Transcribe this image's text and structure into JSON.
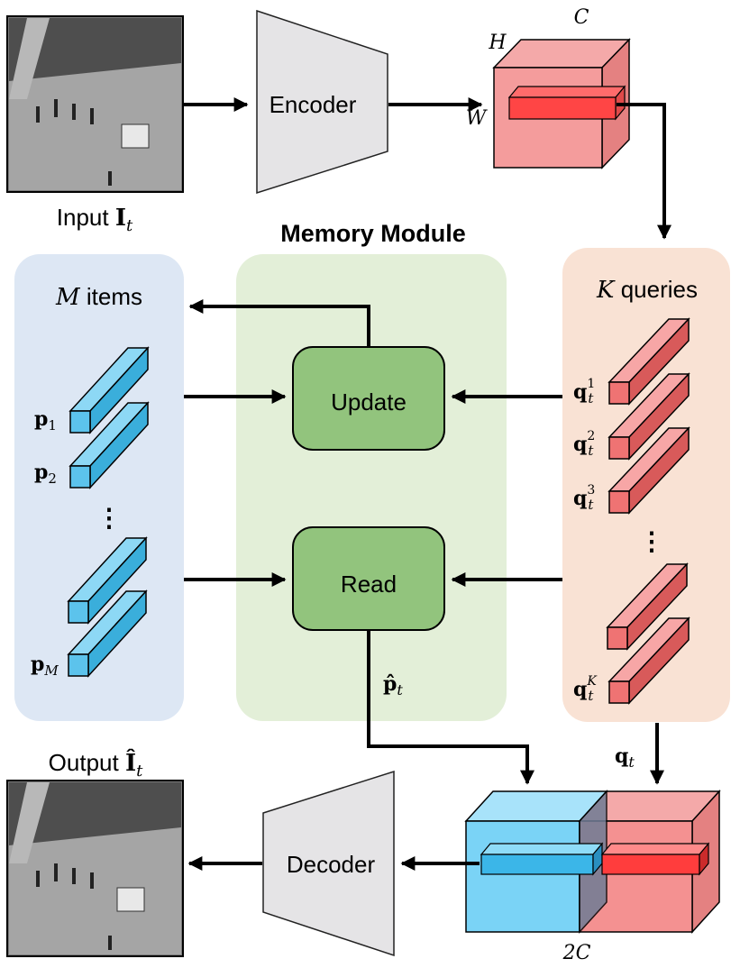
{
  "title": "Memory Module",
  "input": {
    "label": "Input ",
    "symbol": "I",
    "sub": "t"
  },
  "output": {
    "label": "Output ",
    "symbol": "Î",
    "sub": "t"
  },
  "encoder": {
    "label": "Encoder"
  },
  "decoder": {
    "label": "Decoder"
  },
  "feature_cube": {
    "h": "H",
    "c": "C",
    "w": "W"
  },
  "memory": {
    "header_var": "M",
    "header_text": " items",
    "items": [
      {
        "sym": "p",
        "sub": "1"
      },
      {
        "sym": "p",
        "sub": "2"
      },
      {
        "sym": "p",
        "sub": "M"
      }
    ],
    "ellipsis": "⋮"
  },
  "queries": {
    "header_var": "K",
    "header_text": " queries",
    "items": [
      {
        "sym": "q",
        "sub": "t",
        "sup": "1"
      },
      {
        "sym": "q",
        "sub": "t",
        "sup": "2"
      },
      {
        "sym": "q",
        "sub": "t",
        "sup": "3"
      },
      {
        "sym": "q",
        "sub": "t",
        "sup": "K"
      }
    ],
    "ellipsis": "⋮"
  },
  "ops": {
    "update": "Update",
    "read": "Read"
  },
  "read_output": {
    "sym": "p̂",
    "sub": "t"
  },
  "query_output": {
    "sym": "q",
    "sub": "t"
  },
  "concat_label": "2C",
  "colors": {
    "memory_panel": "#dde7f4",
    "module_panel": "#e3efd8",
    "query_panel": "#f9e2d4",
    "op_box": "#92c47d",
    "op_box_stroke": "#000000",
    "blue_item": "#5cc3ec",
    "red_item": "#ef7373",
    "trapezoid": "#e5e4e6"
  }
}
